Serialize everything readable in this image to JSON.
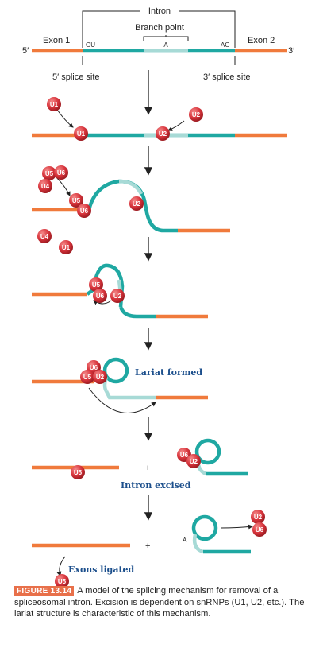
{
  "labels": {
    "intron": "Intron",
    "branch_point": "Branch point",
    "branch_a": "A",
    "exon1": "Exon 1",
    "exon2": "Exon 2",
    "gu": "GU",
    "ag": "AG",
    "five_prime": "5′",
    "three_prime": "3′",
    "splice5": "5′ splice site",
    "splice3": "3′ splice site",
    "lariat_formed": "Lariat formed",
    "intron_excised": "Intron excised",
    "exons_ligated": "Exons ligated",
    "plus": "+",
    "a_free": "A"
  },
  "snrnps": {
    "u1": "U1",
    "u2": "U2",
    "u4": "U4",
    "u5": "U5",
    "u6": "U6"
  },
  "colors": {
    "exon": "#f07a3c",
    "intron": "#1fa8a2",
    "branch": "#a7dad6",
    "snrnp": "#d8343c",
    "caption_label": "#e8704a"
  },
  "caption": {
    "label": "FIGURE 13.14",
    "text": "A model of the splicing mechanism for removal of a spliceosomal intron. Excision is dependent on snRNPs (U1, U2, etc.). The lariat structure is characteristic of this mechanism."
  }
}
